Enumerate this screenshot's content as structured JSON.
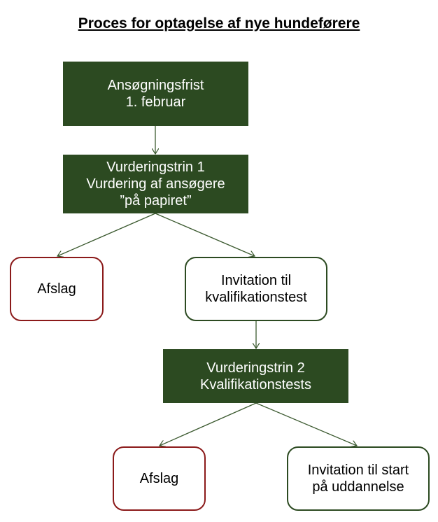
{
  "title": "Proces for optagelse af nye hundeførere",
  "colors": {
    "dark_green": "#2c4a21",
    "reject_red": "#8b1a1a",
    "edge": "#3c5a30"
  },
  "nodes": {
    "deadline": {
      "line1": "Ansøgningsfrist",
      "line2": "1. februar"
    },
    "stage1": {
      "line1": "Vurderingstrin 1",
      "line2": "Vurdering af ansøgere",
      "line3": "”på papiret”"
    },
    "reject1": {
      "line1": "Afslag"
    },
    "invite_test": {
      "line1": "Invitation til",
      "line2": "kvalifikationstest"
    },
    "stage2": {
      "line1": "Vurderingstrin 2",
      "line2": "Kvalifikationstests"
    },
    "reject2": {
      "line1": "Afslag"
    },
    "invite_start": {
      "line1": "Invitation til start",
      "line2": "på uddannelse"
    }
  },
  "edges": [
    {
      "from": "deadline",
      "to": "stage1"
    },
    {
      "from": "stage1",
      "to": "reject1"
    },
    {
      "from": "stage1",
      "to": "invite_test"
    },
    {
      "from": "invite_test",
      "to": "stage2"
    },
    {
      "from": "stage2",
      "to": "reject2"
    },
    {
      "from": "stage2",
      "to": "invite_start"
    }
  ]
}
